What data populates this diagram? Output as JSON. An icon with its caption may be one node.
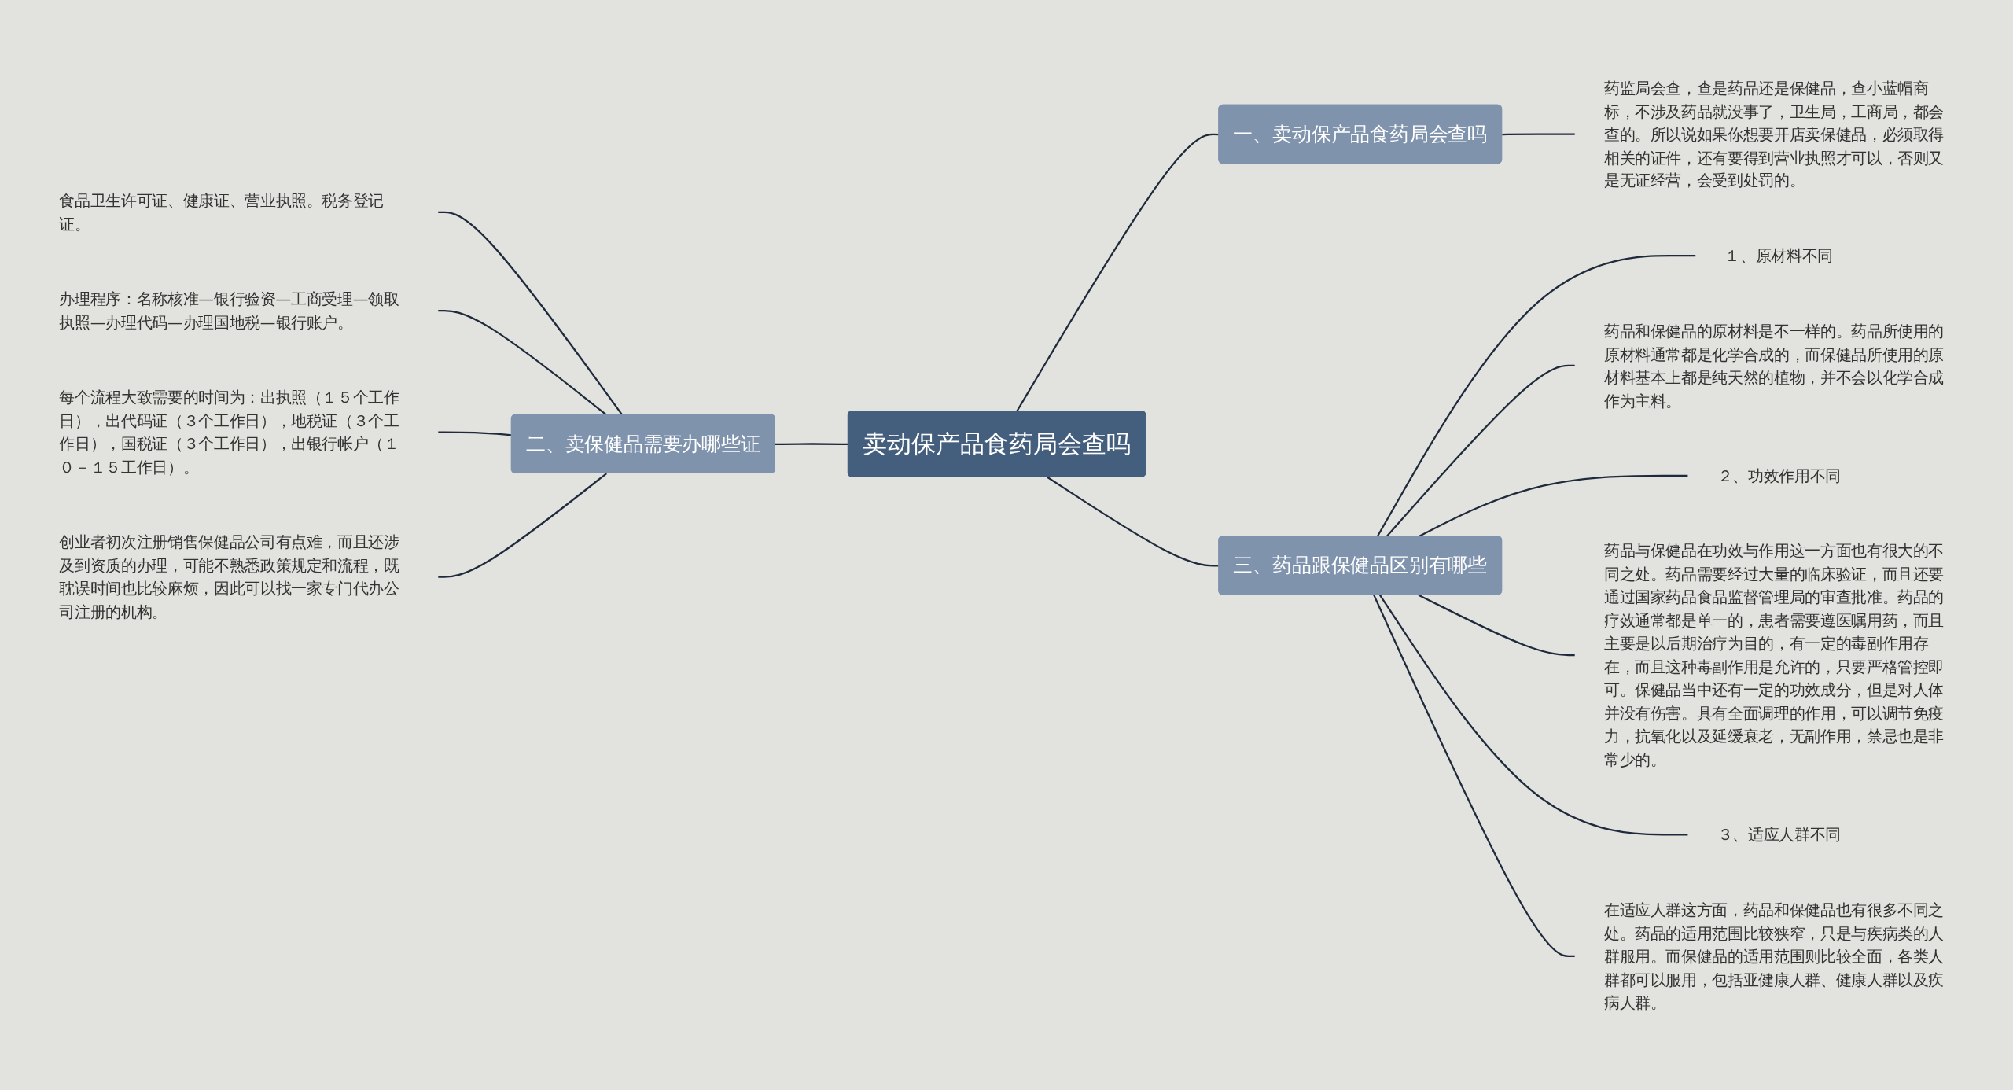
{
  "diagram": {
    "nodes": [
      {
        "text": [
          "卖动保产品食药局会查吗"
        ]
      },
      {
        "text": [
          "一、卖动保产品食药局会查吗"
        ]
      },
      {
        "text": [
          "药监局会查，查是药品还是保健品，查小蓝帽商标，不涉及药品就没事了，卫生局，工商局，都会查的。所以说如果你想要开店卖保健品，必须取得相关的证件，还有要得到营业执照才可以，否则又是无证经营，会受到处罚的。"
        ]
      },
      {
        "text": [
          "二、卖保健品需要办哪些证"
        ]
      },
      {
        "text": [
          "食品卫生许可证、健康证、营业执照。税务登记证。"
        ]
      },
      {
        "text": [
          "办理程序：名称核准—银行验资—工商受理—领取执照—办理代码—办理国地税—银行账户。"
        ]
      },
      {
        "text": [
          "每个流程大致需要的时间为：出执照（１５个工作日），出代码证（３个工作日），地税证（３个工作日），国税证（３个工作日），出银行帐户（１０－１５工作日）。"
        ]
      },
      {
        "text": [
          "创业者初次注册销售保健品公司有点难，而且还涉及到资质的办理，可能不熟悉政策规定和流程，既耽误时间也比较麻烦，因此可以找一家专门代办公司注册的机构。"
        ]
      },
      {
        "text": [
          "三、药品跟保健品区别有哪些"
        ]
      },
      {
        "text": [
          "１、原材料不同"
        ]
      },
      {
        "text": [
          "药品和保健品的原材料是不一样的。药品所使用的原材料通常都是化学合成的，而保健品所使用的原材料基本上都是纯天然的植物，并不会以化学合成作为主料。"
        ]
      },
      {
        "text": [
          "２、功效作用不同"
        ]
      },
      {
        "text": [
          "药品与保健品在功效与作用这一方面也有很大的不同之处。药品需要经过大量的临床验证，而且还要通过国家药品食品监督管理局的审查批准。药品的疗效通常都是单一的，患者需要遵医嘱用药，而且主要是以后期治疗为目的，有一定的毒副作用存在，而且这种毒副作用是允许的，只要严格管控即可。保健品当中还有一定的功效成分，但是对人体并没有伤害。具有全面调理的作用，可以调节免疫力，抗氧化以及延缓衰老，无副作用，禁忌也是非常少的。"
        ]
      },
      {
        "text": [
          "３、适应人群不同"
        ]
      },
      {
        "text": [
          "在适应人群这方面，药品和保健品也有很多不同之处。药品的适用范围比较狭窄，只是与疾病类的人群服用。而保健品的适用范围则比较全面，各类人群都可以服用，包括亚健康人群、健康人群以及疾病人群。"
        ]
      }
    ],
    "edges": [
      {
        "from": 0,
        "to": 1,
        "arrow": "none"
      },
      {
        "from": 1,
        "to": 2,
        "arrow": "none"
      },
      {
        "from": 0,
        "to": 3,
        "arrow": "none"
      },
      {
        "from": 3,
        "to": 4,
        "arrow": "none"
      },
      {
        "from": 3,
        "to": 5,
        "arrow": "none"
      },
      {
        "from": 3,
        "to": 6,
        "arrow": "none"
      },
      {
        "from": 3,
        "to": 7,
        "arrow": "none"
      },
      {
        "from": 0,
        "to": 8,
        "arrow": "none"
      },
      {
        "from": 8,
        "to": 9,
        "arrow": "none"
      },
      {
        "from": 8,
        "to": 10,
        "arrow": "none"
      },
      {
        "from": 8,
        "to": 11,
        "arrow": "none"
      },
      {
        "from": 8,
        "to": 12,
        "arrow": "none"
      },
      {
        "from": 8,
        "to": 13,
        "arrow": "none"
      },
      {
        "from": 8,
        "to": 14,
        "arrow": "none"
      }
    ]
  }
}
